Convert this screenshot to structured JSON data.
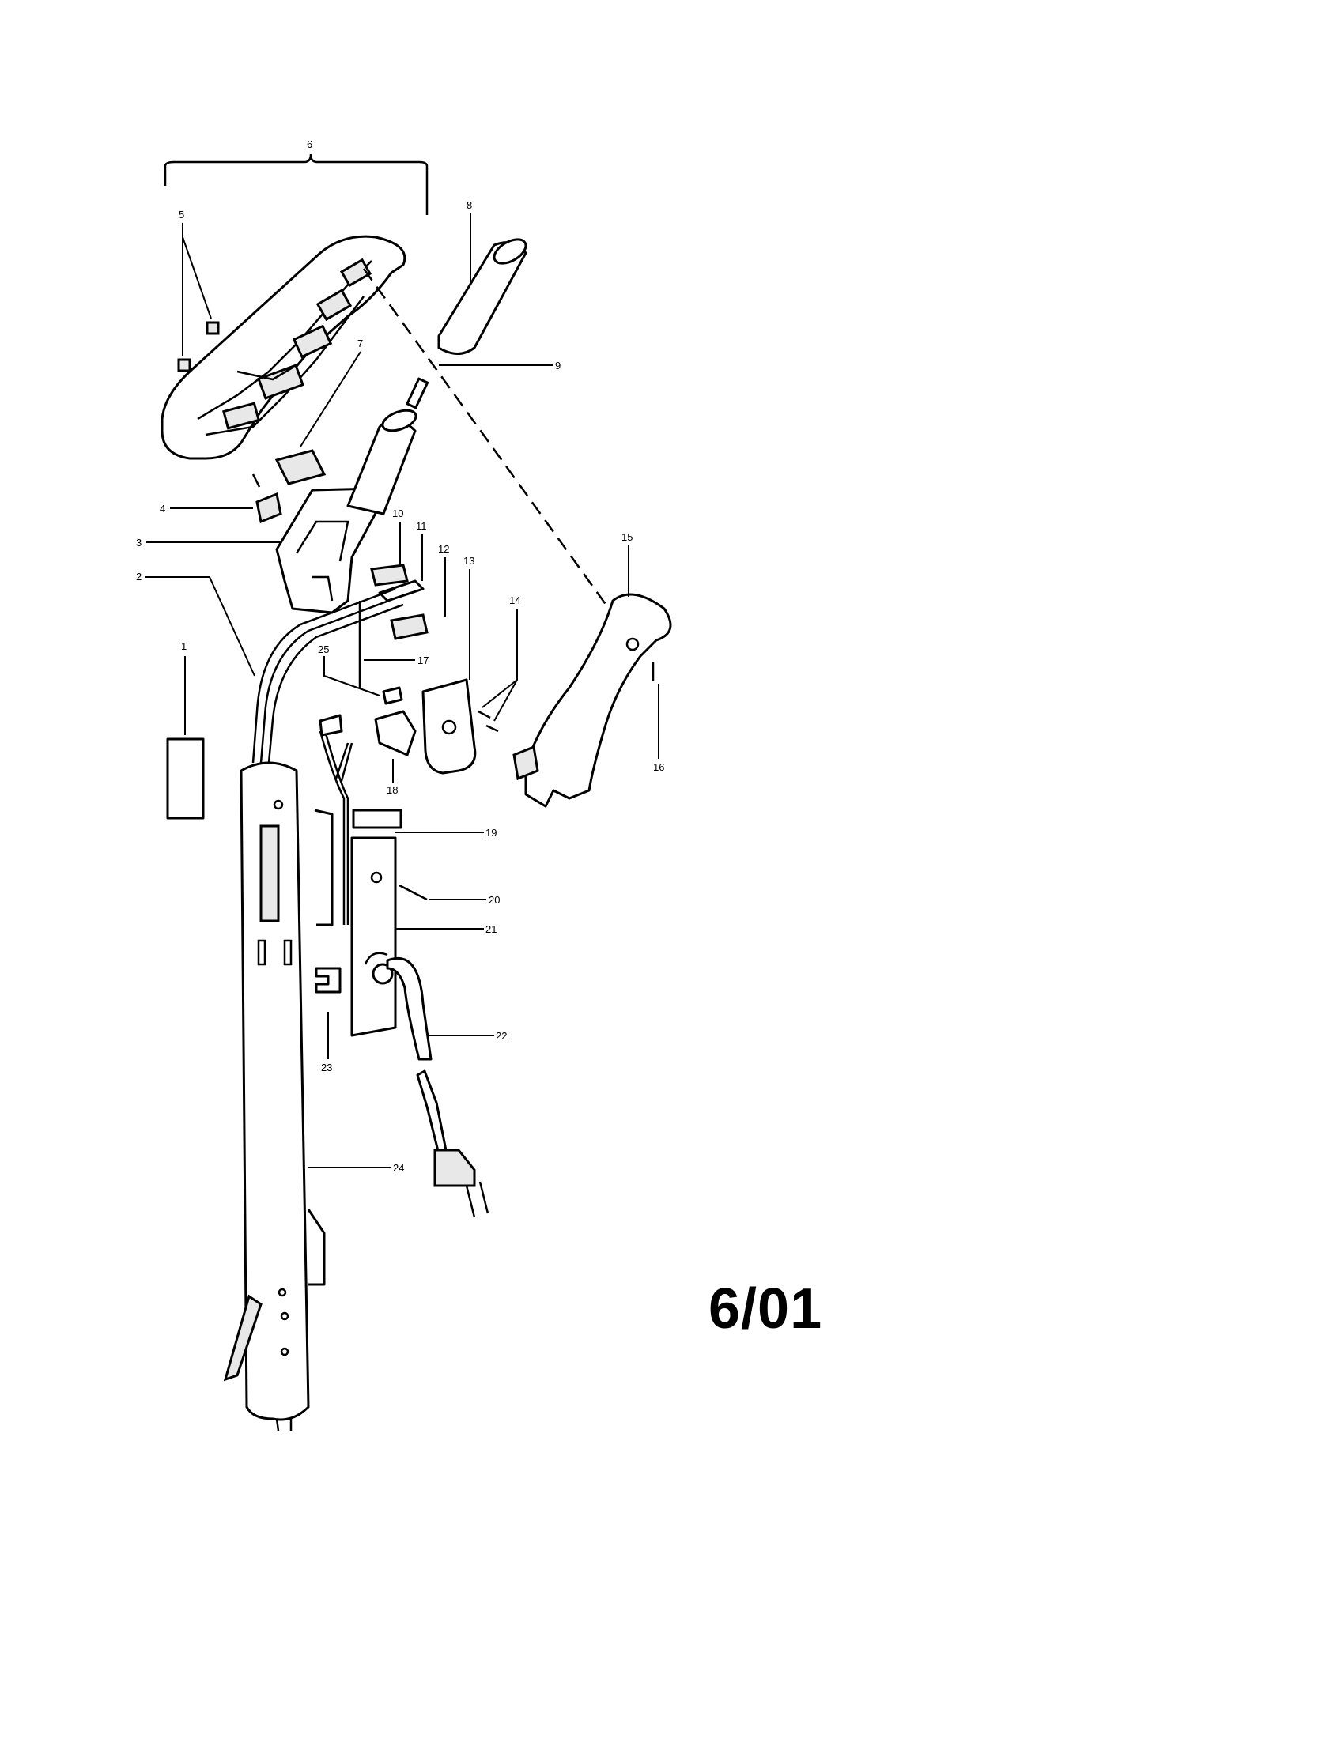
{
  "callouts": {
    "c1": "1",
    "c2": "2",
    "c3": "3",
    "c4": "4",
    "c5": "5",
    "c6": "6",
    "c7": "7",
    "c8": "8",
    "c9": "9",
    "c10": "10",
    "c11": "11",
    "c12": "12",
    "c13": "13",
    "c14": "14",
    "c15": "15",
    "c16": "16",
    "c17": "17",
    "c18": "18",
    "c19": "19",
    "c20": "20",
    "c21": "21",
    "c22": "22",
    "c23": "23",
    "c24": "24",
    "c25": "25"
  },
  "revision": "6/01"
}
